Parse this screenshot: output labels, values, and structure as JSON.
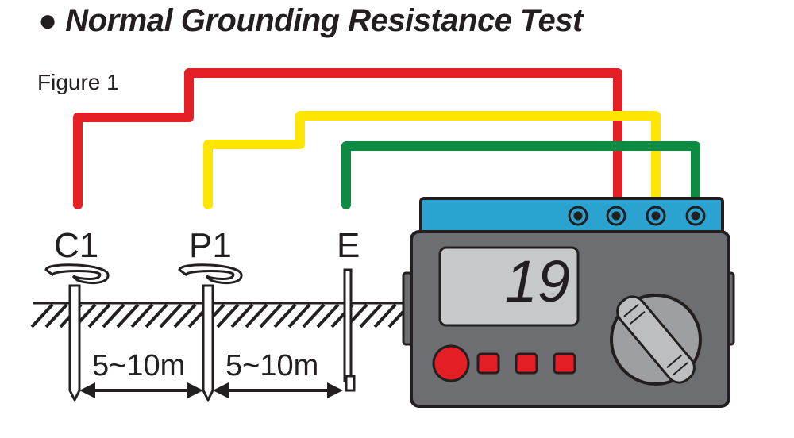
{
  "title": "● Normal Grounding Resistance Test",
  "figure_label": "Figure 1",
  "probes": {
    "c1": "C1",
    "p1": "P1",
    "e": "E"
  },
  "distances": [
    "5~10m",
    "5~10m"
  ],
  "display_reading": "19",
  "colors": {
    "red": "#e31e24",
    "yellow": "#ffe600",
    "green": "#0e8a42",
    "meter_top": "#2aa3d1",
    "meter_body": "#6d6e71",
    "lcd": "#c7c8ca"
  }
}
